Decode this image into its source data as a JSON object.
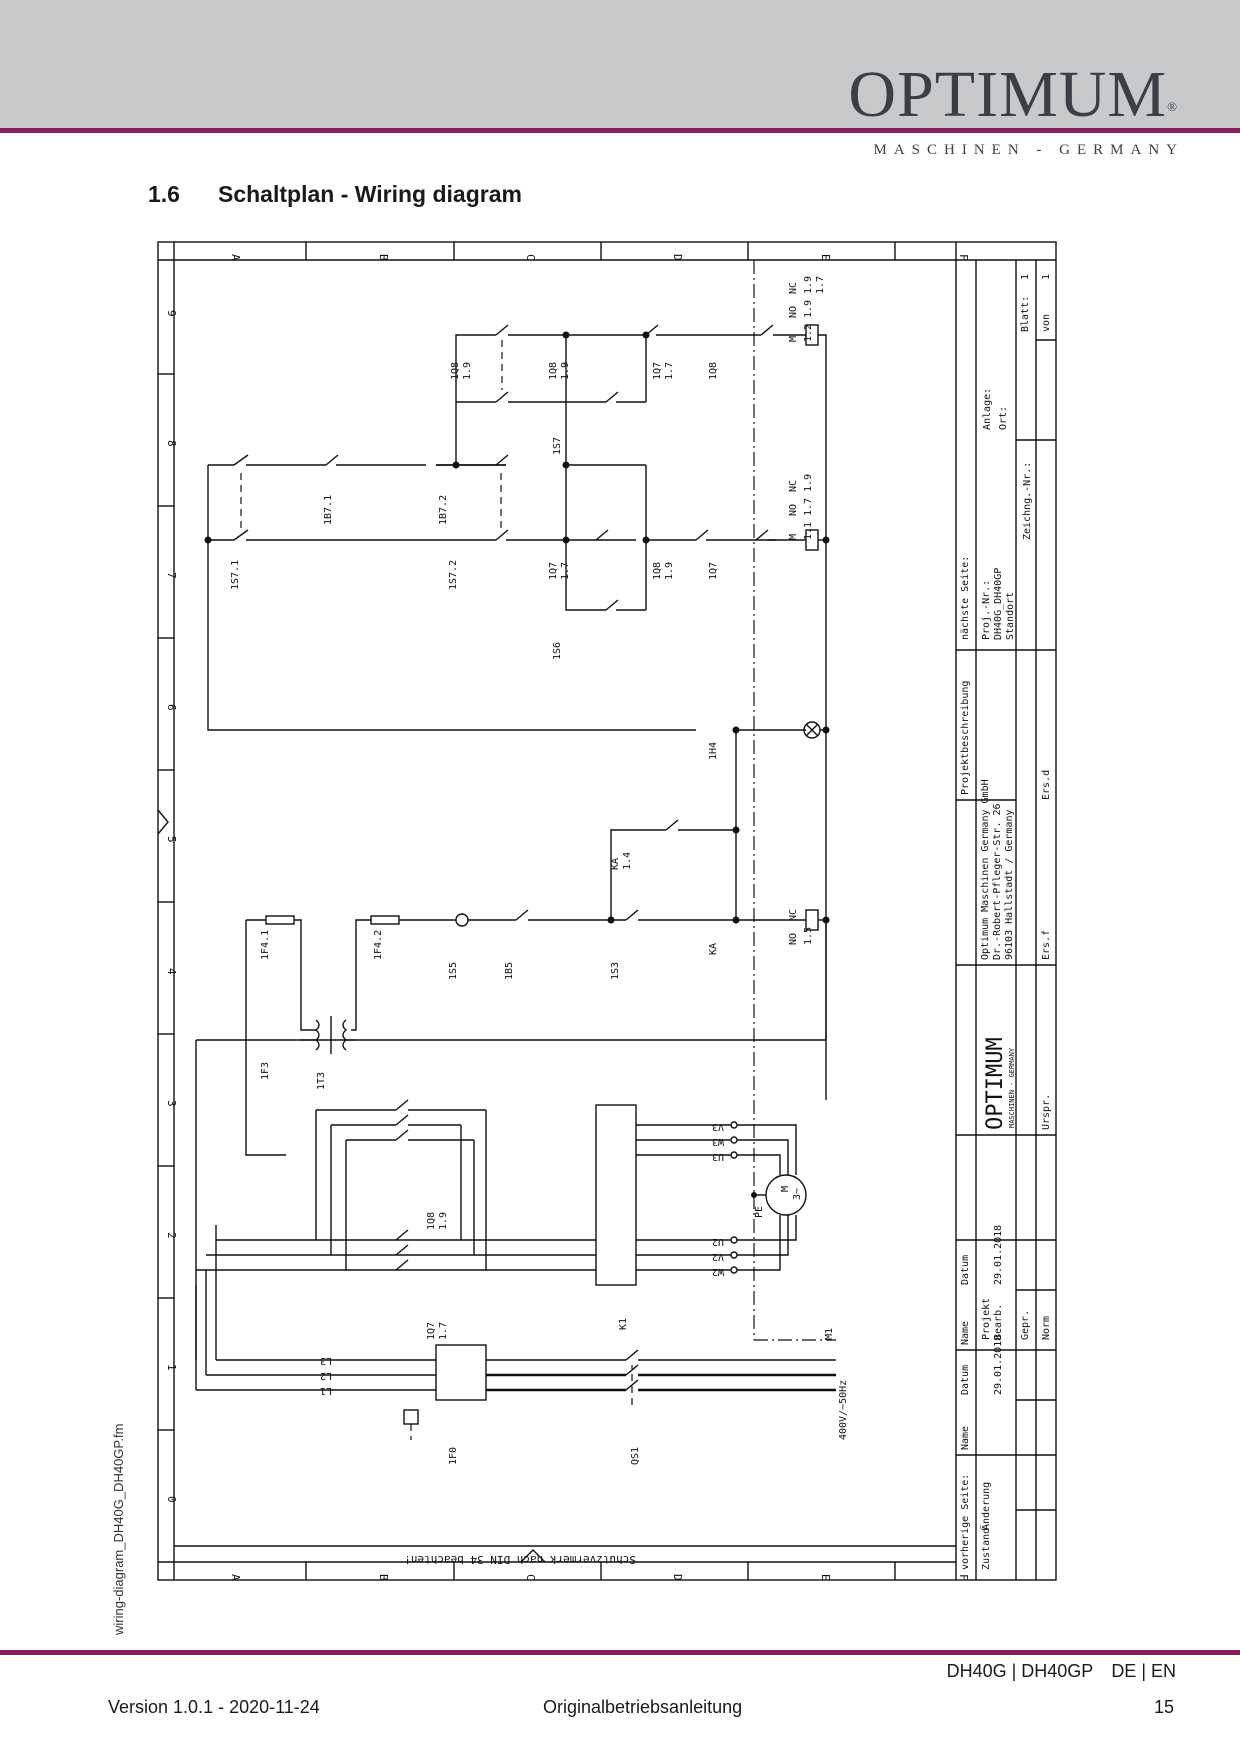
{
  "header": {
    "logo_word": "OPTIMUM",
    "logo_reg": "®",
    "logo_sub": "MASCHINEN - GERMANY",
    "brand_color": "#8b1e5a"
  },
  "section": {
    "number": "1.6",
    "title": "Schaltplan - Wiring diagram"
  },
  "side_label": "wiring-diagram_DH40G_DH40GP.fm",
  "diagram": {
    "columns": [
      "A",
      "B",
      "C",
      "D",
      "E",
      "F"
    ],
    "rows": [
      "0",
      "1",
      "2",
      "3",
      "4",
      "5",
      "6",
      "7",
      "8",
      "9"
    ],
    "note": "Schutzvermerk nach DIN 34 beachten!",
    "components": {
      "1S7_1": "1S7.1",
      "1B7_1": "1B7.1",
      "1S7_2": "1S7.2",
      "1B7_2": "1B7.2",
      "1Q8": "1Q8",
      "1Q8_ref": "1.9",
      "1Q7": "1Q7",
      "1Q7_ref": "1.7",
      "1S7": "1S7",
      "1S6": "1S6",
      "1H4": "1H4",
      "KA": "KA",
      "KA_ref": "1.4",
      "1F4_1": "1F4.1",
      "1F4_2": "1F4.2",
      "1S5": "1S5",
      "1B5": "1B5",
      "1S3": "1S3",
      "1F3": "1F3",
      "1T3": "1T3",
      "K1": "K1",
      "M1": "M1",
      "1F0": "1F0",
      "QS1": "QS1",
      "motor": "M",
      "motor_phase": "3~",
      "PE": "PE"
    },
    "terminals": {
      "L1": "L1",
      "L2": "L2",
      "L3": "L3",
      "U2": "U2",
      "V2": "V2",
      "W2": "W2",
      "U3": "U3",
      "V3": "V3",
      "W3": "W3",
      "supply": "400V/~50Hz"
    },
    "contact_tables": [
      {
        "headers": [
          "M",
          "NO",
          "NC"
        ],
        "rows": [
          [
            "1.2",
            "1.9",
            "1.9"
          ],
          [
            "",
            "",
            "1.7"
          ]
        ]
      },
      {
        "headers": [
          "M",
          "NO",
          "NC"
        ],
        "rows": [
          [
            "1.1",
            "1.7",
            "1.9"
          ]
        ]
      },
      {
        "headers": [
          "NO",
          "NC"
        ],
        "rows": [
          [
            "1.5",
            ""
          ]
        ]
      }
    ],
    "title_block": {
      "naechste_seite": "nächste Seite:",
      "proj_nr_label": "Proj.-Nr.:",
      "proj_nr": "DH40G_DH40GP",
      "standort": "Standort",
      "anlage": "Anlage:",
      "ort": "Ort:",
      "zeichng": "Zeichng.-Nr.:",
      "blatt": "Blatt:",
      "blatt_val": "1",
      "von": "von",
      "von_val": "1",
      "projektbeschreibung": "Projektbeschreibung",
      "company_1": "Optimum Maschinen Germany GmbH",
      "company_2": "Dr.-Robert-Pfleger-Str. 26",
      "company_3": "96103 Hallstadt / Germany",
      "ersd": "Ers.d",
      "ersf": "Ers.f",
      "urspr": "Urspr.",
      "logo_word": "OPTIMUM",
      "logo_sub": "MASCHINEN - GERMANY",
      "datum": "Datum",
      "name": "Name",
      "projekt": "Projekt",
      "bearb": "Bearb.",
      "gepr": "Gepr.",
      "norm": "Norm",
      "date": "29.01.2018",
      "vorherige": "vorherige Seite:",
      "zustand": "Zustand",
      "aenderung": "Änderung"
    }
  },
  "footer": {
    "model": "DH40G | DH40GP",
    "lang": "DE | EN",
    "version": "Version 1.0.1 - 2020-11-24",
    "doc_type": "Originalbetriebsanleitung",
    "page": "15"
  }
}
